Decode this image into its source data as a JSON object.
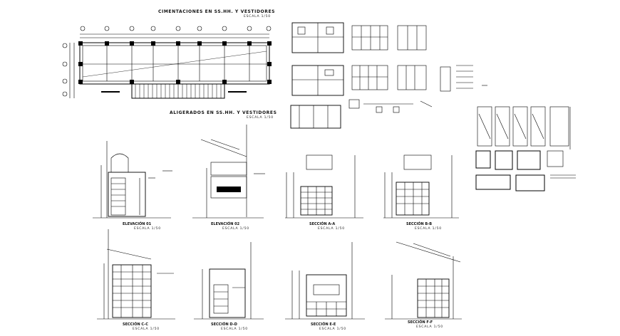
{
  "drawing": {
    "title_foundations": "CIMENTACIONES EN SS.HH. Y VESTIDORES",
    "scale_foundations": "ESCALA 1/50",
    "title_slabs": "ALIGERADOS EN SS.HH. Y VESTIDORES",
    "scale_slabs": "ESCALA 1/50",
    "views": [
      {
        "title": "ELEVACIÓN 01",
        "scale": "ESCALA 1/50"
      },
      {
        "title": "ELEVACIÓN 02",
        "scale": "ESCALA 1/50"
      },
      {
        "title": "SECCIÓN A-A",
        "scale": "ESCALA 1/50"
      },
      {
        "title": "SECCIÓN B-B",
        "scale": "ESCALA 1/50"
      },
      {
        "title": "SECCIÓN C-C",
        "scale": "ESCALA 1/50"
      },
      {
        "title": "SECCIÓN D-D",
        "scale": "ESCALA 1/50"
      },
      {
        "title": "SECCIÓN E-E",
        "scale": "ESCALA 1/50"
      },
      {
        "title": "SECCIÓN F-F",
        "scale": "ESCALA 1/50"
      }
    ],
    "line_color": "#000000",
    "background": "#ffffff"
  }
}
